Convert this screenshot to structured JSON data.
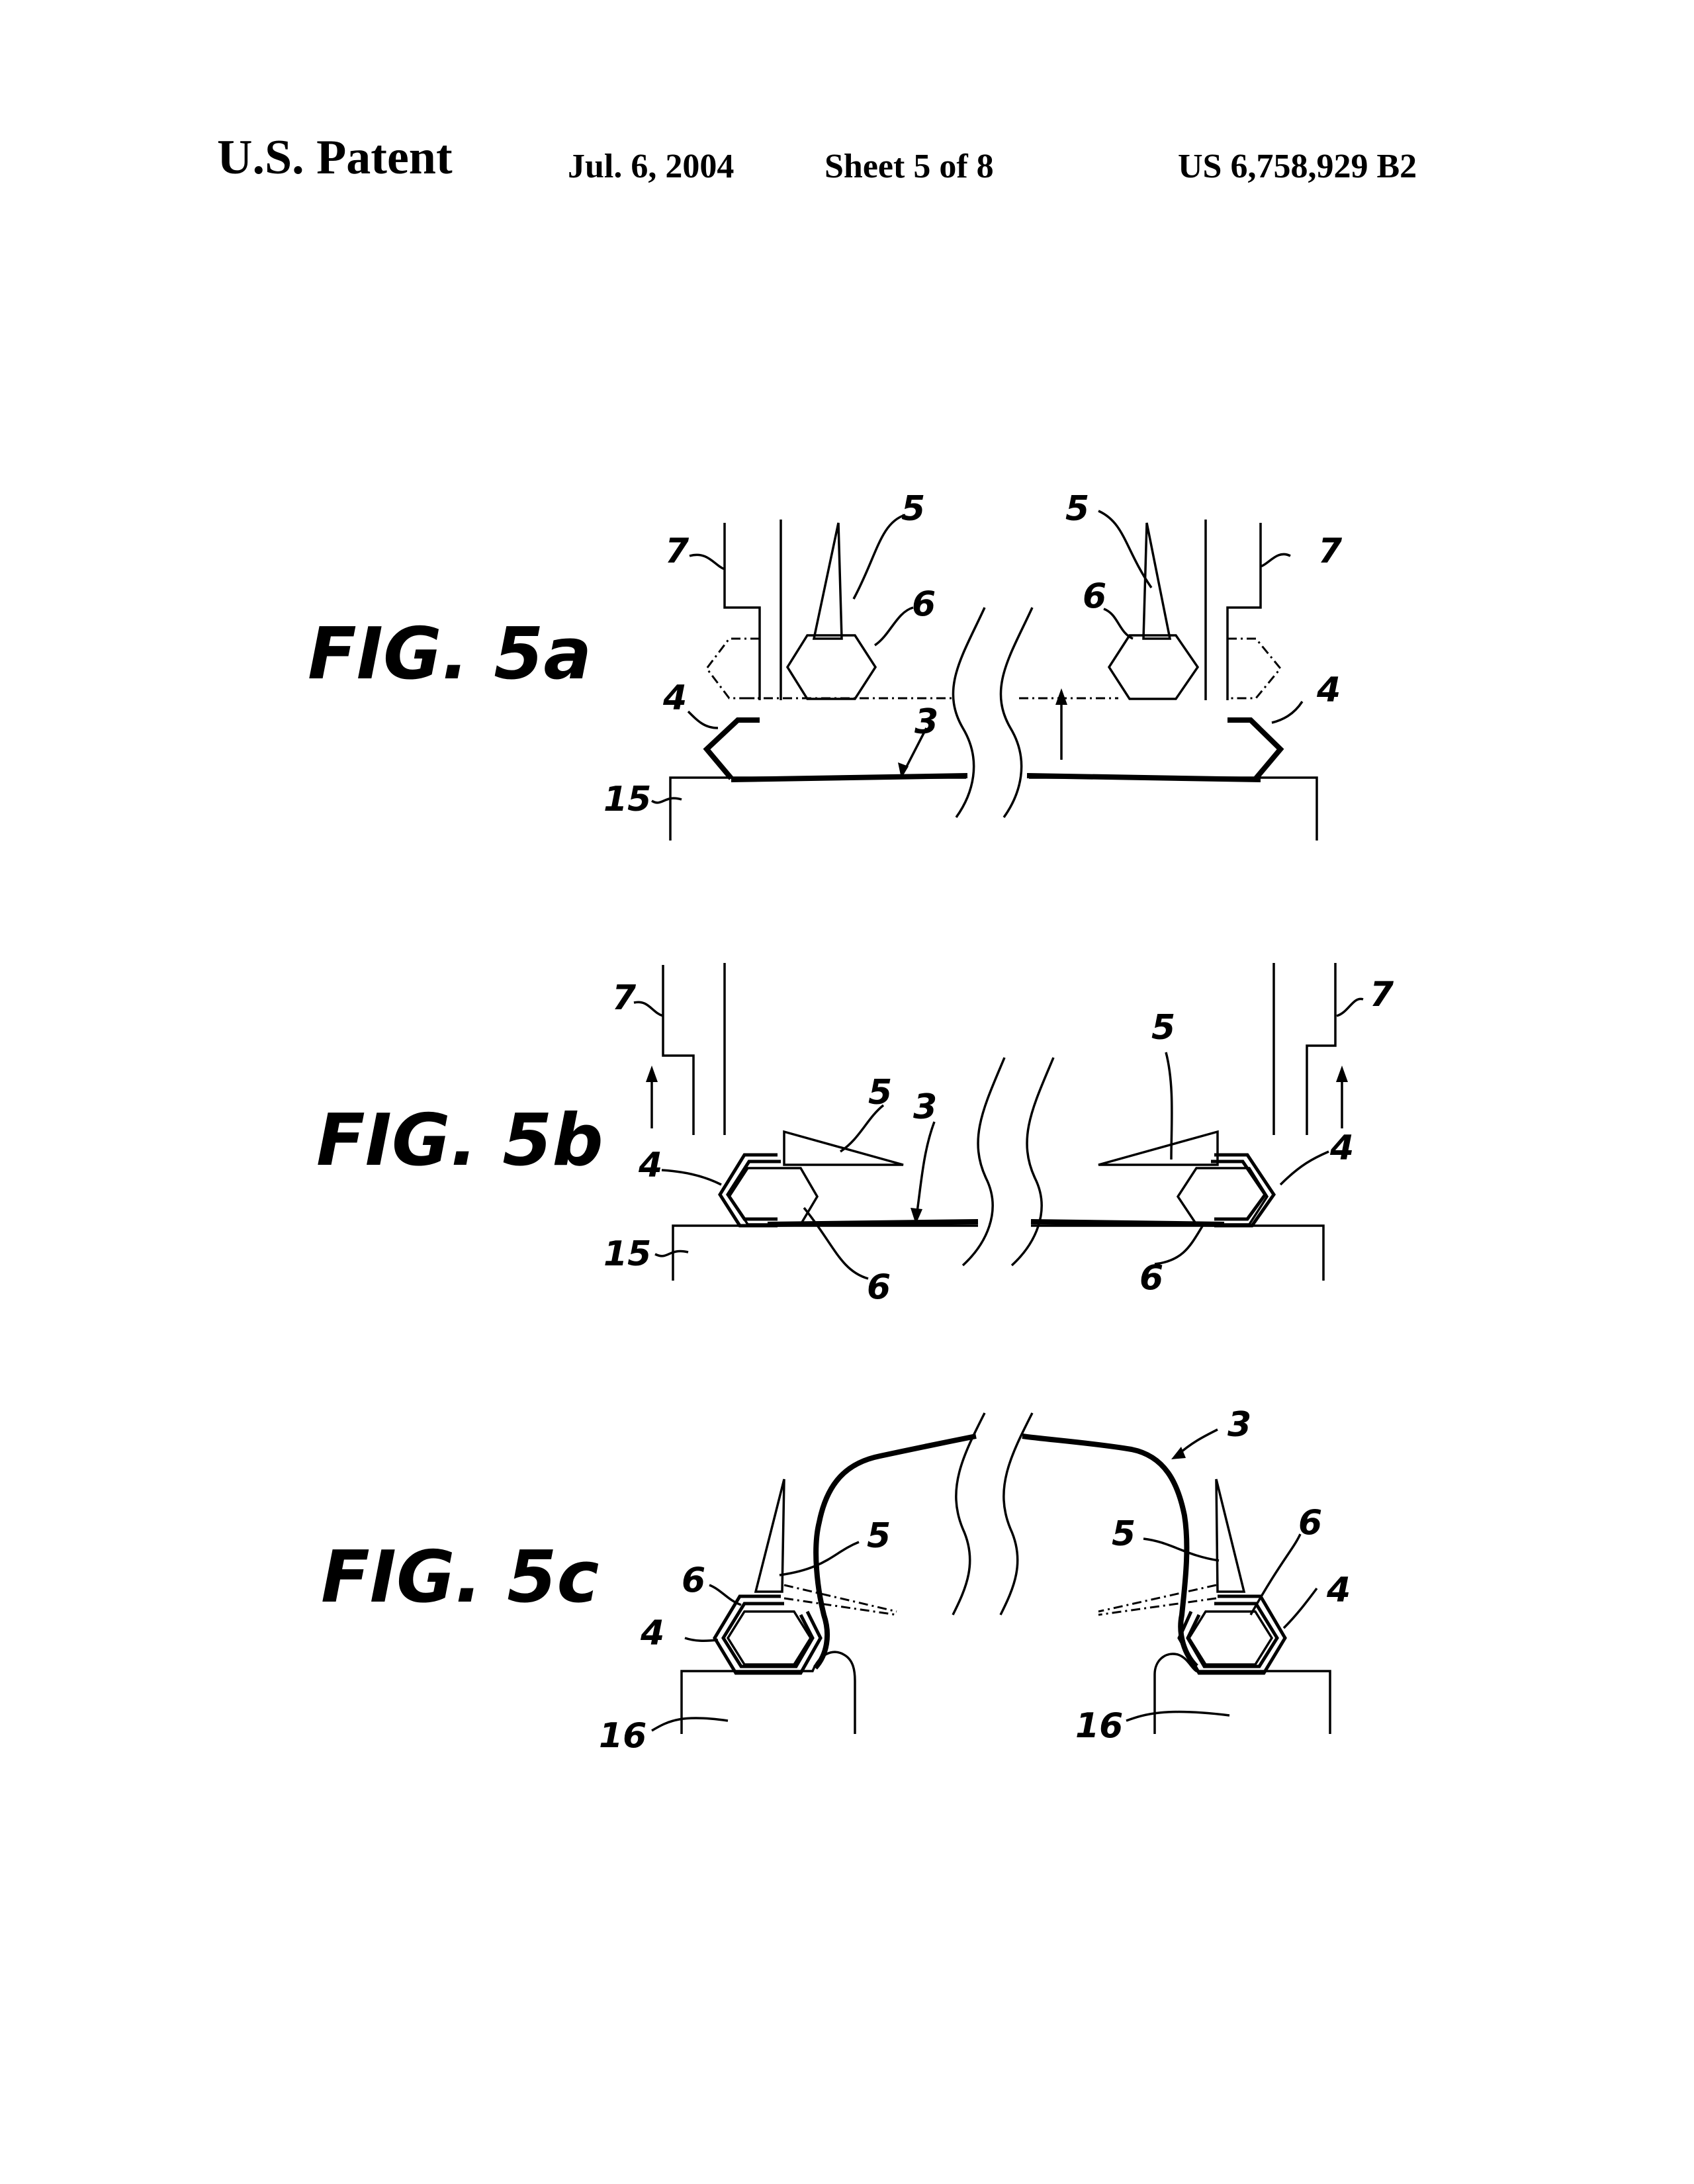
{
  "header": {
    "title": "U.S. Patent",
    "date": "Jul. 6, 2004",
    "sheet": "Sheet 5 of 8",
    "patent_number": "US 6,758,929 B2"
  },
  "figures": [
    {
      "label": "FIG. 5a"
    },
    {
      "label": "FIG. 5b"
    },
    {
      "label": "FIG. 5c"
    }
  ],
  "refs": {
    "r3": "3",
    "r4": "4",
    "r5": "5",
    "r6": "6",
    "r7": "7",
    "r15": "15",
    "r16": "16"
  }
}
